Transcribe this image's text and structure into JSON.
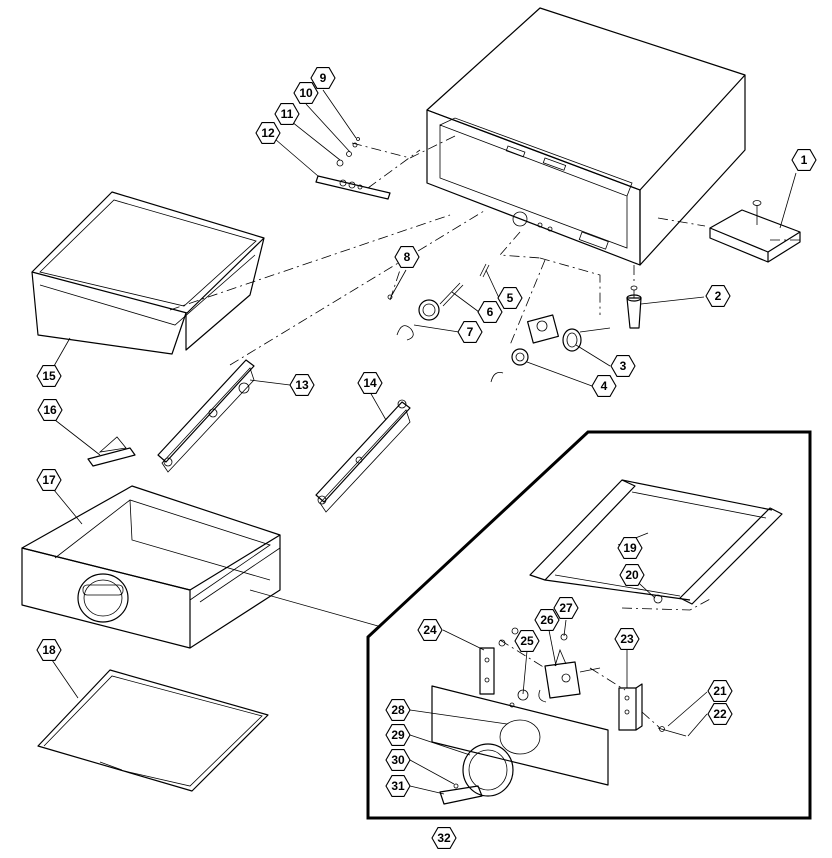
{
  "callouts": [
    {
      "id": "c1",
      "label": "1"
    },
    {
      "id": "c2",
      "label": "2"
    },
    {
      "id": "c3",
      "label": "3"
    },
    {
      "id": "c4",
      "label": "4"
    },
    {
      "id": "c5",
      "label": "5"
    },
    {
      "id": "c6",
      "label": "6"
    },
    {
      "id": "c7",
      "label": "7"
    },
    {
      "id": "c8",
      "label": "8"
    },
    {
      "id": "c9",
      "label": "9"
    },
    {
      "id": "c10",
      "label": "10"
    },
    {
      "id": "c11",
      "label": "11"
    },
    {
      "id": "c12",
      "label": "12"
    },
    {
      "id": "c13",
      "label": "13"
    },
    {
      "id": "c14",
      "label": "14"
    },
    {
      "id": "c15",
      "label": "15"
    },
    {
      "id": "c16",
      "label": "16"
    },
    {
      "id": "c17",
      "label": "17"
    },
    {
      "id": "c18",
      "label": "18"
    },
    {
      "id": "c19",
      "label": "19"
    },
    {
      "id": "c20",
      "label": "20"
    },
    {
      "id": "c21",
      "label": "21"
    },
    {
      "id": "c22",
      "label": "22"
    },
    {
      "id": "c23",
      "label": "23"
    },
    {
      "id": "c24",
      "label": "24"
    },
    {
      "id": "c25",
      "label": "25"
    },
    {
      "id": "c26",
      "label": "26"
    },
    {
      "id": "c27",
      "label": "27"
    },
    {
      "id": "c28",
      "label": "28"
    },
    {
      "id": "c29",
      "label": "29"
    },
    {
      "id": "c30",
      "label": "30"
    },
    {
      "id": "c31",
      "label": "31"
    },
    {
      "id": "c32",
      "label": "32"
    }
  ]
}
